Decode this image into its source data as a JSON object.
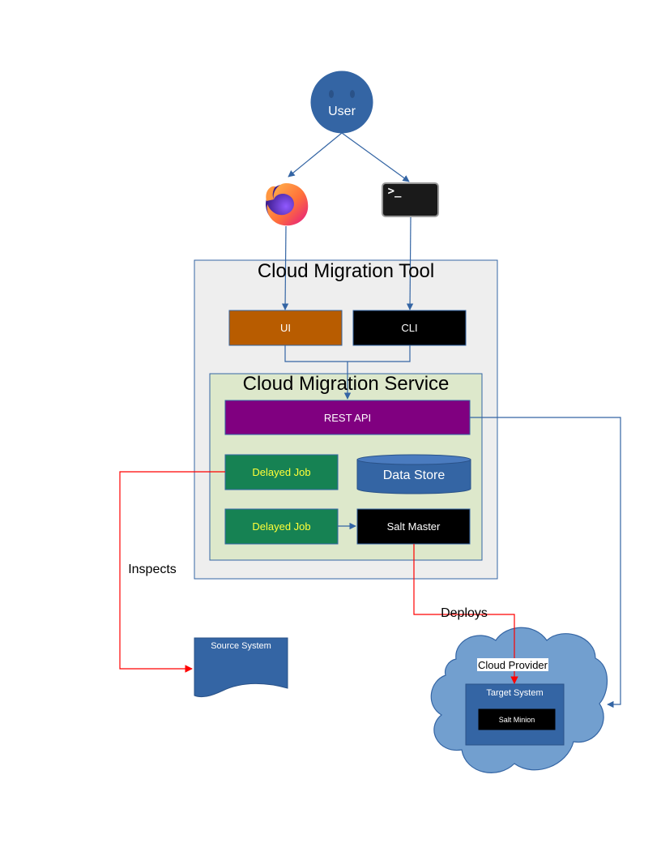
{
  "colors": {
    "blue": "#3465a4",
    "tool_bg": "#eeeeee",
    "service_bg": "#dde8cb",
    "ui_box": "#b85c00",
    "cli_box": "#000000",
    "rest_api": "#800080",
    "delayed_job": "#168253",
    "delayed_job_text": "#ffff38",
    "cloud": "#729fcf",
    "red": "#ff0000"
  },
  "user": {
    "label": "User",
    "icon": "smiley-face-icon"
  },
  "browser": {
    "icon": "firefox-icon"
  },
  "terminal": {
    "icon": "terminal-icon",
    "prompt": ">_"
  },
  "tool": {
    "title": "Cloud Migration Tool",
    "ui_label": "UI",
    "cli_label": "CLI"
  },
  "service": {
    "title": "Cloud Migration Service",
    "rest_api": "REST API",
    "delayed_job_1": "Delayed Job",
    "delayed_job_2": "Delayed Job",
    "data_store": "Data Store",
    "salt_master": "Salt Master"
  },
  "edges": {
    "inspects": "Inspects",
    "deploys": "Deploys"
  },
  "source_system": {
    "label": "Source System"
  },
  "cloud_provider": {
    "label": "Cloud Provider",
    "target_system": "Target System",
    "salt_minion": "Salt Minion"
  }
}
